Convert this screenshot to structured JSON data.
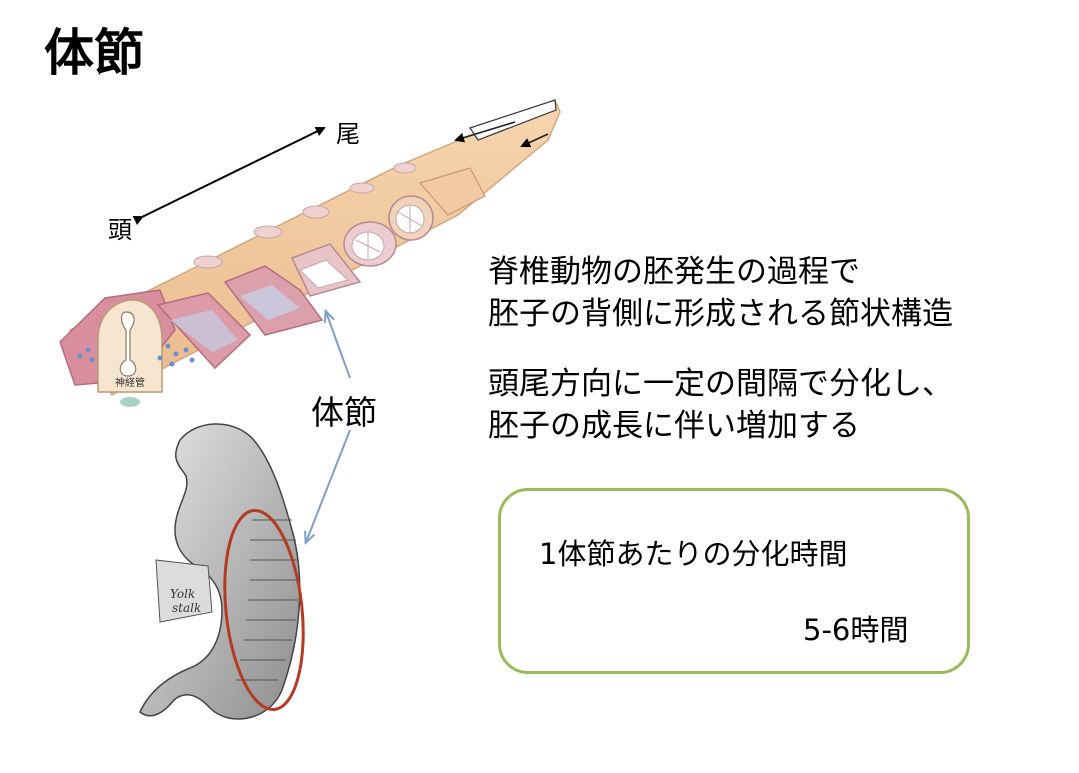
{
  "slide": {
    "title": "体節",
    "description": [
      "脊椎動物の胚発生の過程で",
      "胚子の背側に形成される節状構造",
      "頭尾方向に一定の間隔で分化し、",
      "胚子の成長に伴い増加する"
    ]
  },
  "diagram": {
    "tail_label": "尾",
    "head_label": "頭",
    "somite_label": "体節",
    "neural_tube_label": "神経管"
  },
  "info_box": {
    "label": "1体節あたりの分化時間",
    "value": "5-6時間"
  },
  "colors": {
    "box_border": "#9bbb59",
    "oval": "#b53a22",
    "pointer_arrow": "#7f9fca",
    "axis_arrow": "#000000"
  },
  "icons": [
    "double-arrow-icon",
    "pointer-arrow-icon"
  ]
}
